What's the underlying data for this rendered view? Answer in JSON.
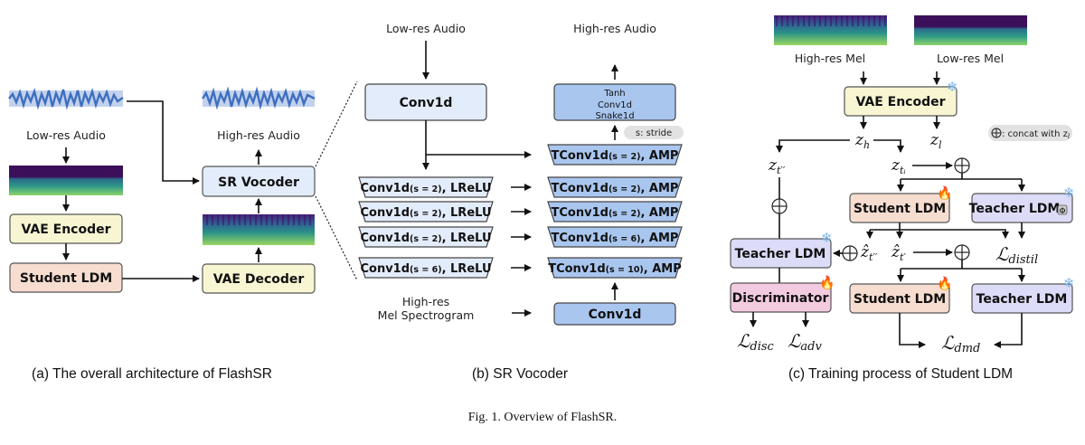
{
  "colors": {
    "vae": "#f8f6d2",
    "student": "#f7ddd0",
    "teacher": "#dcdcf8",
    "discriminator": "#f3cbe0",
    "vocoder": "#e3ecfa",
    "conv_light": "#e3ecfa",
    "conv_dark": "#a9c6ef",
    "stride_badge": "#e2e2e2"
  },
  "panel_a": {
    "caption": "(a) The overall architecture of FlashSR",
    "low_res_audio": "Low-res Audio",
    "high_res_audio": "High-res Audio",
    "vae_encoder": "VAE Encoder",
    "student_ldm": "Student LDM",
    "sr_vocoder": "SR Vocoder",
    "vae_decoder": "VAE Decoder"
  },
  "panel_b": {
    "caption": "(b) SR Vocoder",
    "low_res_audio": "Low-res Audio",
    "high_res_audio": "High-res Audio",
    "input_conv": "Conv1d",
    "output_stack": [
      "Tanh",
      "Conv1d",
      "Snake1d"
    ],
    "stride_note": "s: stride",
    "encoder_layers": [
      {
        "name": "Conv1d",
        "stride": "(s = 2)",
        "act": ", LReLU"
      },
      {
        "name": "Conv1d",
        "stride": "(s = 2)",
        "act": ", LReLU"
      },
      {
        "name": "Conv1d",
        "stride": "(s = 2)",
        "act": ", LReLU"
      },
      {
        "name": "Conv1d",
        "stride": "(s = 6)",
        "act": ", LReLU"
      }
    ],
    "decoder_layers": [
      {
        "name": "TConv1d",
        "stride": "(s = 2)",
        "act": ", AMP"
      },
      {
        "name": "TConv1d",
        "stride": "(s = 2)",
        "act": ", AMP"
      },
      {
        "name": "TConv1d",
        "stride": "(s = 2)",
        "act": ", AMP"
      },
      {
        "name": "TConv1d",
        "stride": "(s = 6)",
        "act": ", AMP"
      },
      {
        "name": "TConv1d",
        "stride": "(s = 10)",
        "act": ", AMP"
      }
    ],
    "mel_label_1": "High-res",
    "mel_label_2": "Mel Spectrogram",
    "mel_conv": "Conv1d"
  },
  "panel_c": {
    "caption": "(c) Training process of Student LDM",
    "high_res_mel": "High-res Mel",
    "low_res_mel": "Low-res Mel",
    "vae_encoder": "VAE Encoder",
    "concat_note": ": concat with z",
    "concat_sub": "l",
    "z_h": "z",
    "z_h_sub": "h",
    "z_l": "z",
    "z_l_sub": "l",
    "z_tpp": "z",
    "z_tpp_sub": "t′′",
    "z_ti": "z",
    "z_ti_sub": "tᵢ",
    "zhat_tpp": "ẑ",
    "zhat_tpp_sub": "t′′",
    "zhat_tp": "ẑ",
    "zhat_tp_sub": "t′",
    "student_ldm": "Student LDM",
    "teacher_ldm_phi": "Teacher LDM",
    "teacher_ldm": "Teacher LDM",
    "discriminator": "Discriminator",
    "loss_distil": "distil",
    "loss_disc": "disc",
    "loss_adv": "adv",
    "loss_dmd": "dmd",
    "loss_symbol": "ℒ"
  },
  "figure_caption": "Fig. 1.  Overview of FlashSR."
}
